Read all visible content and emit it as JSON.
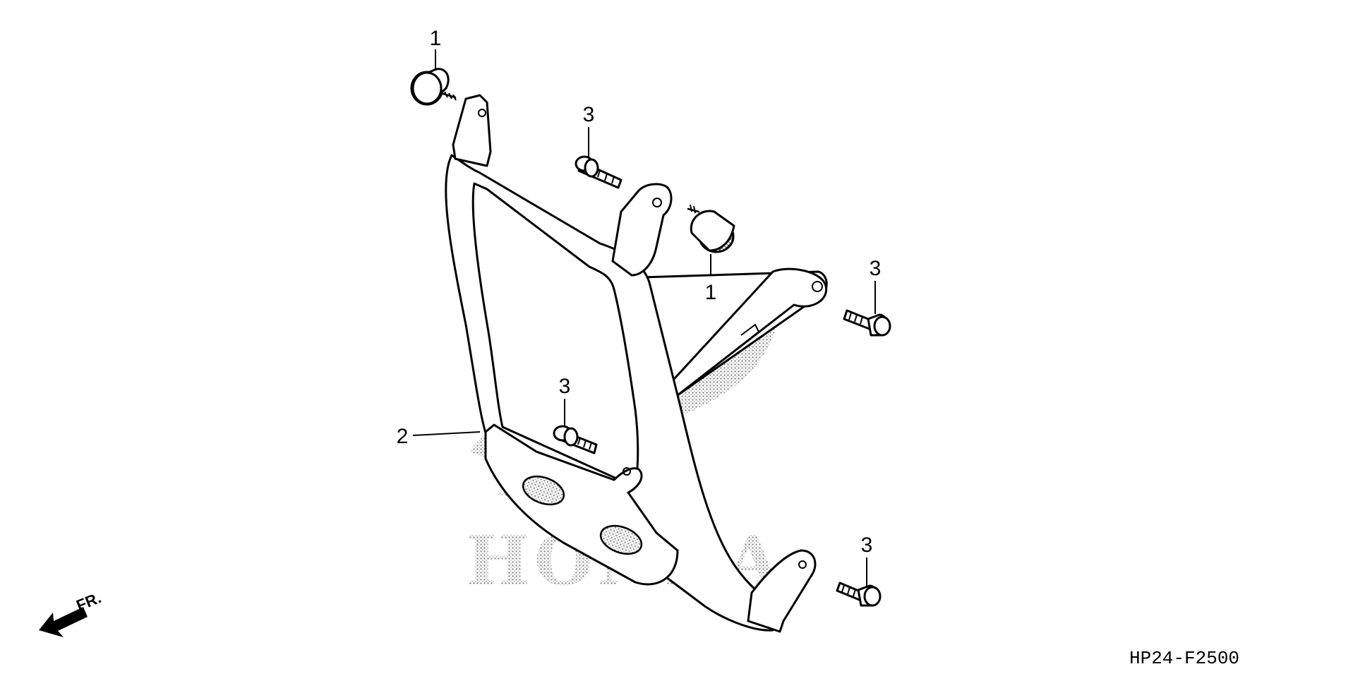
{
  "diagram": {
    "callouts": [
      {
        "id": "c1a",
        "label": "1"
      },
      {
        "id": "c3a",
        "label": "3"
      },
      {
        "id": "c1b",
        "label": "1"
      },
      {
        "id": "c3b",
        "label": "3"
      },
      {
        "id": "c3c",
        "label": "3"
      },
      {
        "id": "c2",
        "label": "2"
      },
      {
        "id": "c3d",
        "label": "3"
      }
    ],
    "direction_label": "FR.",
    "watermark": "HONDA",
    "drawing_code": "HP24-F2500"
  },
  "colors": {
    "ink": "#000000",
    "background": "#ffffff",
    "watermark": "#9a9a9a"
  },
  "icons": {
    "direction": "front-direction-arrow-icon",
    "logo": "honda-wing-watermark"
  }
}
